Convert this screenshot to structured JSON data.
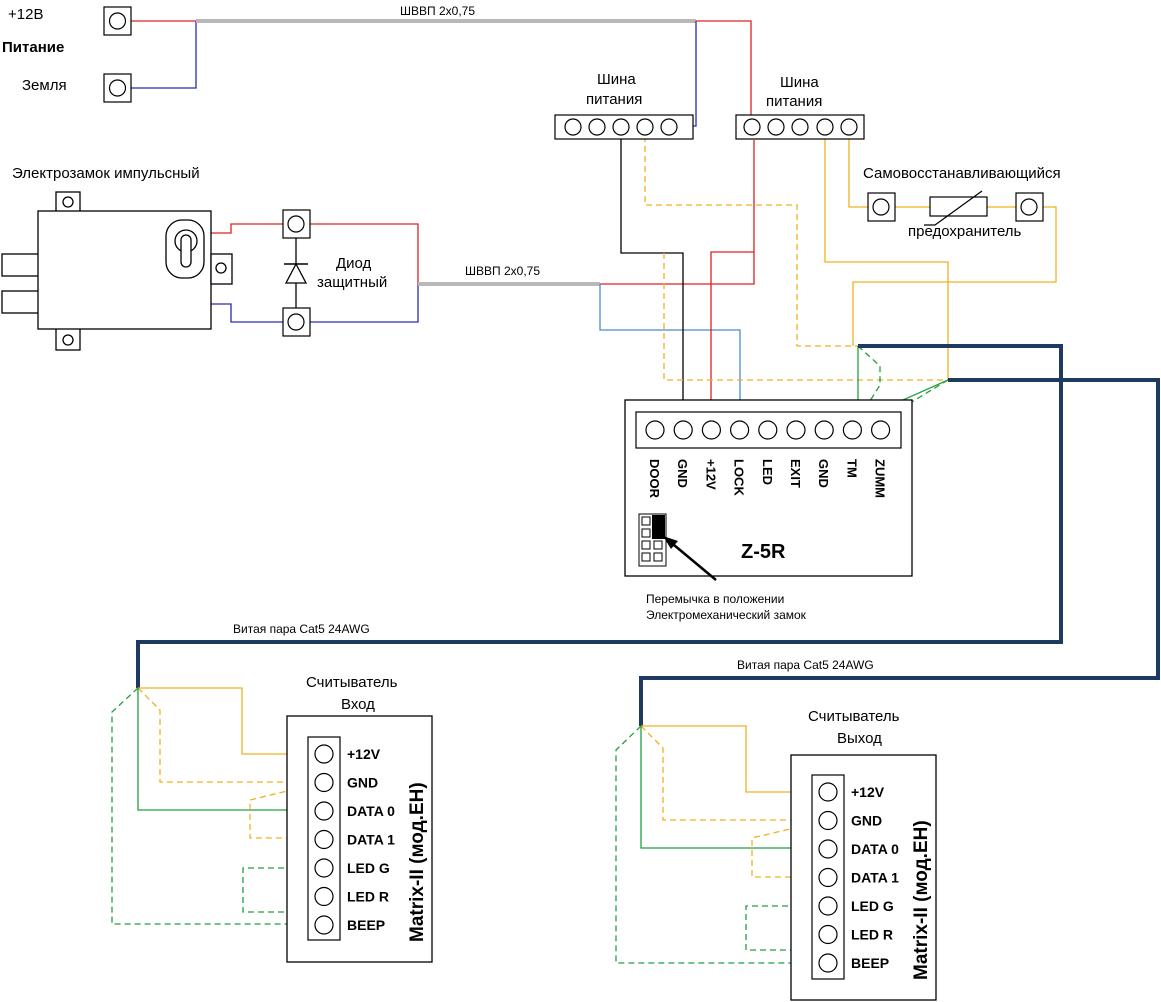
{
  "power": {
    "plus_label": "+12В",
    "title": "Питание",
    "ground_label": "Земля"
  },
  "cable_top": "ШВВП 2х0,75",
  "cable_mid": "ШВВП 2х0,75",
  "bus_left": {
    "line1": "Шина",
    "line2": "питания"
  },
  "bus_right": {
    "line1": "Шина",
    "line2": "питания"
  },
  "lock_title": "Электрозамок импульсный",
  "diode": {
    "line1": "Диод",
    "line2": "защитный"
  },
  "fuse": {
    "line1": "Самовосстанавливающийся",
    "line2": "предохранитель"
  },
  "controller": {
    "name": "Z-5R",
    "terminals": [
      "DOOR",
      "GND",
      "+12V",
      "LOCK",
      "LED",
      "EXIT",
      "GND",
      "TM",
      "ZUMM"
    ]
  },
  "jumper_note": {
    "line1": "Перемычка в положении",
    "line2": "Электромеханический замок"
  },
  "cable_reader_in": "Витая пара Cat5 24AWG",
  "cable_reader_out": "Витая пара Cat5 24AWG",
  "reader_in": {
    "title1": "Считыватель",
    "title2": "Вход",
    "model": "Matrix-II (мод.EH)",
    "pins": [
      "+12V",
      "GND",
      "DATA 0",
      "DATA 1",
      "LED G",
      "LED R",
      "BEEP"
    ]
  },
  "reader_out": {
    "title1": "Считыватель",
    "title2": "Выход",
    "model": "Matrix-II (мод.EH)",
    "pins": [
      "+12V",
      "GND",
      "DATA 0",
      "DATA 1",
      "LED G",
      "LED R",
      "BEEP"
    ]
  },
  "colors": {
    "red": "#e02020",
    "blue": "#2a2ab0",
    "lightblue": "#4a8ad0",
    "gray": "#b8b8b8",
    "orange": "#f0b020",
    "green": "#20a040",
    "navy": "#1f3a5f"
  }
}
